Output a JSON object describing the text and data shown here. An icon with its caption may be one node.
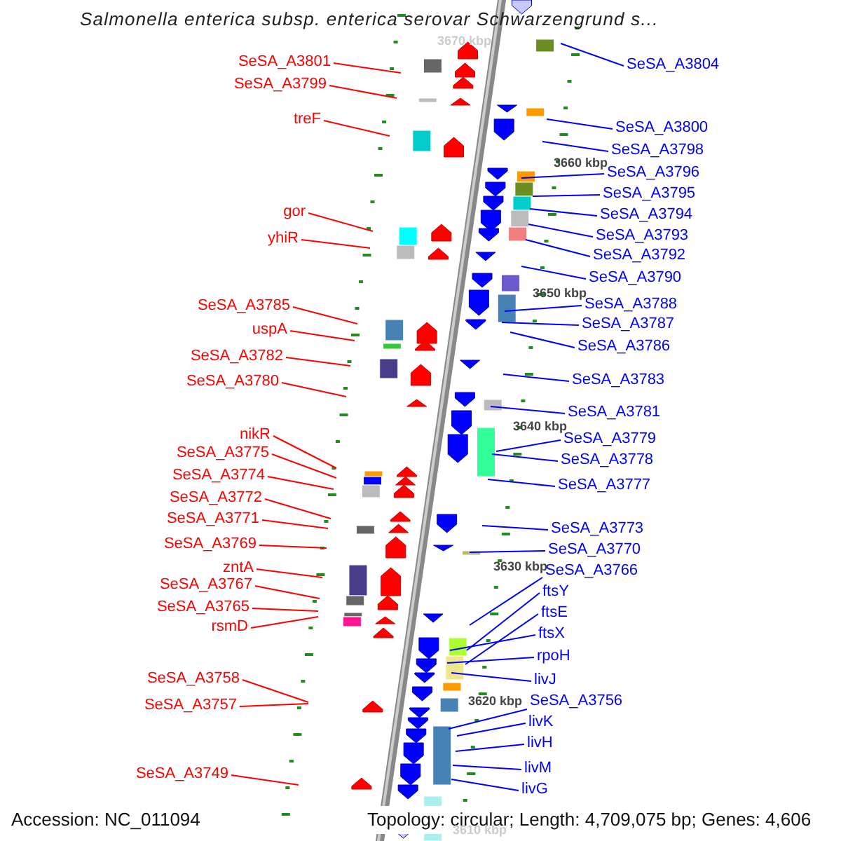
{
  "diagram": {
    "title": "Salmonella enterica subsp. enterica serovar Schwarzengrund s...",
    "nodes": [
      {
        "text": [
          "SeSA_A3801"
        ]
      },
      {
        "text": [
          "SeSA_A3799"
        ]
      },
      {
        "text": [
          "treF"
        ]
      },
      {
        "text": [
          "gor"
        ]
      },
      {
        "text": [
          "yhiR"
        ]
      },
      {
        "text": [
          "SeSA_A3785"
        ]
      },
      {
        "text": [
          "uspA"
        ]
      },
      {
        "text": [
          "SeSA_A3782"
        ]
      },
      {
        "text": [
          "SeSA_A3780"
        ]
      },
      {
        "text": [
          "nikR"
        ]
      },
      {
        "text": [
          "SeSA_A3775"
        ]
      },
      {
        "text": [
          "SeSA_A3774"
        ]
      },
      {
        "text": [
          "SeSA_A3772"
        ]
      },
      {
        "text": [
          "SeSA_A3771"
        ]
      },
      {
        "text": [
          "SeSA_A3769"
        ]
      },
      {
        "text": [
          "zntA"
        ]
      },
      {
        "text": [
          "SeSA_A3767"
        ]
      },
      {
        "text": [
          "SeSA_A3765"
        ]
      },
      {
        "text": [
          "rsmD"
        ]
      },
      {
        "text": [
          "SeSA_A3758"
        ]
      },
      {
        "text": [
          "SeSA_A3757"
        ]
      },
      {
        "text": [
          "SeSA_A3749"
        ]
      },
      {
        "text": [
          "SeSA_A3804"
        ]
      },
      {
        "text": [
          "SeSA_A3800"
        ]
      },
      {
        "text": [
          "SeSA_A3798"
        ]
      },
      {
        "text": [
          "SeSA_A3796"
        ]
      },
      {
        "text": [
          "SeSA_A3795"
        ]
      },
      {
        "text": [
          "SeSA_A3794"
        ]
      },
      {
        "text": [
          "SeSA_A3793"
        ]
      },
      {
        "text": [
          "SeSA_A3792"
        ]
      },
      {
        "text": [
          "SeSA_A3790"
        ]
      },
      {
        "text": [
          "SeSA_A3788"
        ]
      },
      {
        "text": [
          "SeSA_A3787"
        ]
      },
      {
        "text": [
          "SeSA_A3786"
        ]
      },
      {
        "text": [
          "SeSA_A3783"
        ]
      },
      {
        "text": [
          "SeSA_A3781"
        ]
      },
      {
        "text": [
          "SeSA_A3779"
        ]
      },
      {
        "text": [
          "SeSA_A3778"
        ]
      },
      {
        "text": [
          "SeSA_A3777"
        ]
      },
      {
        "text": [
          "SeSA_A3773"
        ]
      },
      {
        "text": [
          "SeSA_A3770"
        ]
      },
      {
        "text": [
          "SeSA_A3766"
        ]
      },
      {
        "text": [
          "ftsY"
        ]
      },
      {
        "text": [
          "ftsE"
        ]
      },
      {
        "text": [
          "ftsX"
        ]
      },
      {
        "text": [
          "rpoH"
        ]
      },
      {
        "text": [
          "livJ"
        ]
      },
      {
        "text": [
          "SeSA_A3756"
        ]
      },
      {
        "text": [
          "livK"
        ]
      },
      {
        "text": [
          "livH"
        ]
      },
      {
        "text": [
          "livM"
        ]
      },
      {
        "text": [
          "livG"
        ]
      }
    ],
    "edges": [
      {
        "from": 0,
        "to": null,
        "arrow": "none",
        "color": "#ff0000"
      },
      {
        "from": 1,
        "to": null,
        "arrow": "none",
        "color": "#ff0000"
      },
      {
        "from": 2,
        "to": null,
        "arrow": "none",
        "color": "#ff0000"
      },
      {
        "from": 3,
        "to": null,
        "arrow": "none",
        "color": "#ff0000"
      },
      {
        "from": 4,
        "to": null,
        "arrow": "none",
        "color": "#ff0000"
      },
      {
        "from": 5,
        "to": null,
        "arrow": "none",
        "color": "#ff0000"
      },
      {
        "from": 6,
        "to": null,
        "arrow": "none",
        "color": "#ff0000"
      },
      {
        "from": 7,
        "to": null,
        "arrow": "none",
        "color": "#ff0000"
      },
      {
        "from": 8,
        "to": null,
        "arrow": "none",
        "color": "#ff0000"
      },
      {
        "from": 9,
        "to": null,
        "arrow": "none",
        "color": "#ff0000"
      },
      {
        "from": 10,
        "to": null,
        "arrow": "none",
        "color": "#ff0000"
      },
      {
        "from": 11,
        "to": null,
        "arrow": "none",
        "color": "#ff0000"
      },
      {
        "from": 12,
        "to": null,
        "arrow": "none",
        "color": "#ff0000"
      },
      {
        "from": 13,
        "to": null,
        "arrow": "none",
        "color": "#ff0000"
      },
      {
        "from": 14,
        "to": null,
        "arrow": "none",
        "color": "#ff0000"
      },
      {
        "from": 15,
        "to": null,
        "arrow": "none",
        "color": "#ff0000"
      },
      {
        "from": 16,
        "to": null,
        "arrow": "none",
        "color": "#ff0000"
      },
      {
        "from": 17,
        "to": null,
        "arrow": "none",
        "color": "#ff0000"
      },
      {
        "from": 18,
        "to": null,
        "arrow": "none",
        "color": "#ff0000"
      },
      {
        "from": 19,
        "to": null,
        "arrow": "none",
        "color": "#ff0000"
      },
      {
        "from": 20,
        "to": null,
        "arrow": "none",
        "color": "#ff0000"
      },
      {
        "from": 21,
        "to": null,
        "arrow": "none",
        "color": "#ff0000"
      },
      {
        "from": 22,
        "to": null,
        "arrow": "none"
      },
      {
        "from": 23,
        "to": null,
        "arrow": "none"
      },
      {
        "from": 24,
        "to": null,
        "arrow": "none"
      },
      {
        "from": 25,
        "to": null,
        "arrow": "none"
      },
      {
        "from": 26,
        "to": null,
        "arrow": "none"
      },
      {
        "from": 27,
        "to": null,
        "arrow": "none"
      },
      {
        "from": 28,
        "to": null,
        "arrow": "none"
      },
      {
        "from": 29,
        "to": null,
        "arrow": "none"
      },
      {
        "from": 30,
        "to": null,
        "arrow": "none"
      },
      {
        "from": 31,
        "to": null,
        "arrow": "none"
      },
      {
        "from": 32,
        "to": null,
        "arrow": "none"
      },
      {
        "from": 33,
        "to": null,
        "arrow": "none"
      },
      {
        "from": 34,
        "to": null,
        "arrow": "none"
      },
      {
        "from": 35,
        "to": null,
        "arrow": "none"
      },
      {
        "from": 36,
        "to": null,
        "arrow": "none"
      },
      {
        "from": 37,
        "to": null,
        "arrow": "none"
      },
      {
        "from": 38,
        "to": null,
        "arrow": "none"
      },
      {
        "from": 39,
        "to": null,
        "arrow": "none"
      },
      {
        "from": 40,
        "to": null,
        "arrow": "none"
      },
      {
        "from": 41,
        "to": null,
        "arrow": "none"
      },
      {
        "from": 42,
        "to": null,
        "arrow": "none"
      },
      {
        "from": 43,
        "to": null,
        "arrow": "none"
      },
      {
        "from": 44,
        "to": null,
        "arrow": "none"
      },
      {
        "from": 45,
        "to": null,
        "arrow": "none"
      },
      {
        "from": 46,
        "to": null,
        "arrow": "none"
      },
      {
        "from": 47,
        "to": null,
        "arrow": "none"
      },
      {
        "from": 48,
        "to": null,
        "arrow": "none"
      },
      {
        "from": 49,
        "to": null,
        "arrow": "none"
      },
      {
        "from": 50,
        "to": null,
        "arrow": "none"
      },
      {
        "from": 51,
        "to": null,
        "arrow": "none"
      }
    ],
    "labels": [
      "3670 kbp",
      "3660 kbp",
      "3650 kbp",
      "3640 kbp",
      "3630 kbp",
      "3620 kbp",
      "Accession: NC_011094",
      "Topology: circular; Length: 4,709,075 bp; Genes: 4,606",
      "3610 kbp"
    ]
  }
}
